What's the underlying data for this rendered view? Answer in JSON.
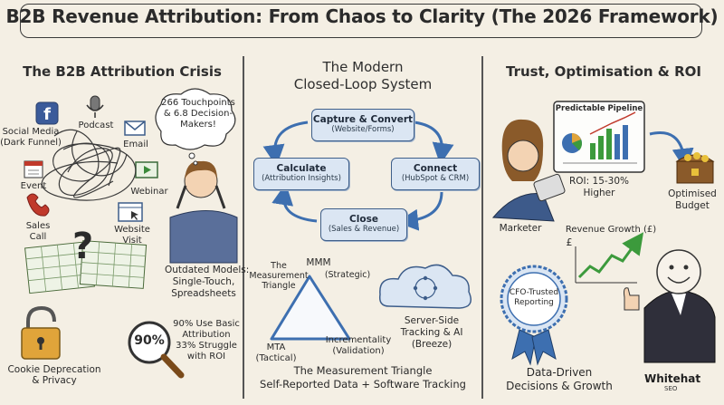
{
  "title": "B2B Revenue Attribution: From Chaos to Clarity (The 2026 Framework)",
  "left": {
    "heading": "The B2B Attribution Crisis",
    "channels": {
      "social": "Social Media\n(Dark Funnel)",
      "podcast": "Podcast",
      "email": "Email",
      "event": "Event",
      "webinar": "Webinar",
      "sales_call": "Sales\nCall",
      "website_visit": "Website\nVisit"
    },
    "thought": "266 Touchpoints\n& 6.8 Decision-\nMakers!",
    "outdated": "Outdated Models:\nSingle-Touch,\nSpreadsheets",
    "magnifier_value": "90%",
    "stats": "90% Use Basic\nAttribution\n33% Struggle\nwith ROI",
    "cookie": "Cookie Deprecation\n& Privacy"
  },
  "middle": {
    "heading": "The Modern\nClosed-Loop System",
    "loop": {
      "capture_title": "Capture & Convert",
      "capture_sub": "(Website/Forms)",
      "connect_title": "Connect",
      "connect_sub": "(HubSpot & CRM)",
      "close_title": "Close",
      "close_sub": "(Sales & Revenue)",
      "calculate_title": "Calculate",
      "calculate_sub": "(Attribution Insights)"
    },
    "triangle": {
      "label": "The\nMeasurement\nTriangle",
      "mmm": "MMM",
      "mmm_sub": "(Strategic)",
      "mta": "MTA\n(Tactical)",
      "incrementality": "Incrementality\n(Validation)"
    },
    "cloud": "Server-Side\nTracking & AI\n(Breeze)",
    "footer": "The Measurement Triangle\nSelf-Reported Data + Software Tracking"
  },
  "right": {
    "heading": "Trust, Optimisation & ROI",
    "dashboard_title": "Predictable Pipeline",
    "marketer": "Marketer",
    "roi": "ROI: 15-30%\nHigher",
    "budget": "Optimised\nBudget",
    "growth_label": "Revenue Growth (£)",
    "growth_axis": "£",
    "badge": "CFO-Trusted\nReporting",
    "decisions": "Data-Driven\nDecisions & Growth",
    "brand": "Whitehat",
    "brand_sub": "SEO"
  },
  "colors": {
    "background": "#f4efe4",
    "box_fill": "#dbe6f3",
    "box_border": "#3f5f8a",
    "arrow_blue": "#3d6fb0",
    "growth_green": "#3c9a3c"
  }
}
